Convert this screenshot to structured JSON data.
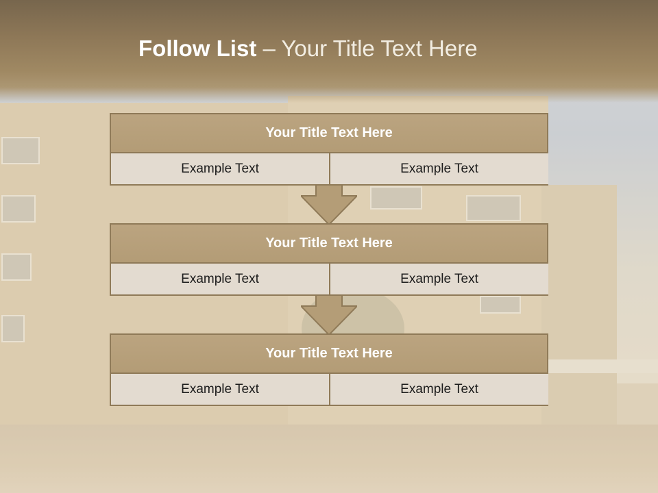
{
  "slide": {
    "title_bold": "Follow List",
    "title_rest": " – Your Title Text Here"
  },
  "steps": [
    {
      "title": "Your Title Text Here",
      "left": "Example Text",
      "right": "Example Text"
    },
    {
      "title": "Your Title Text Here",
      "left": "Example Text",
      "right": "Example Text"
    },
    {
      "title": "Your Title Text Here",
      "left": "Example Text",
      "right": "Example Text"
    }
  ],
  "colors": {
    "header": "#8d7757",
    "box_title": "#b7a07b",
    "box_cell": "#e3dbd0",
    "border": "#8f7a58",
    "arrow": "#b39c76"
  }
}
